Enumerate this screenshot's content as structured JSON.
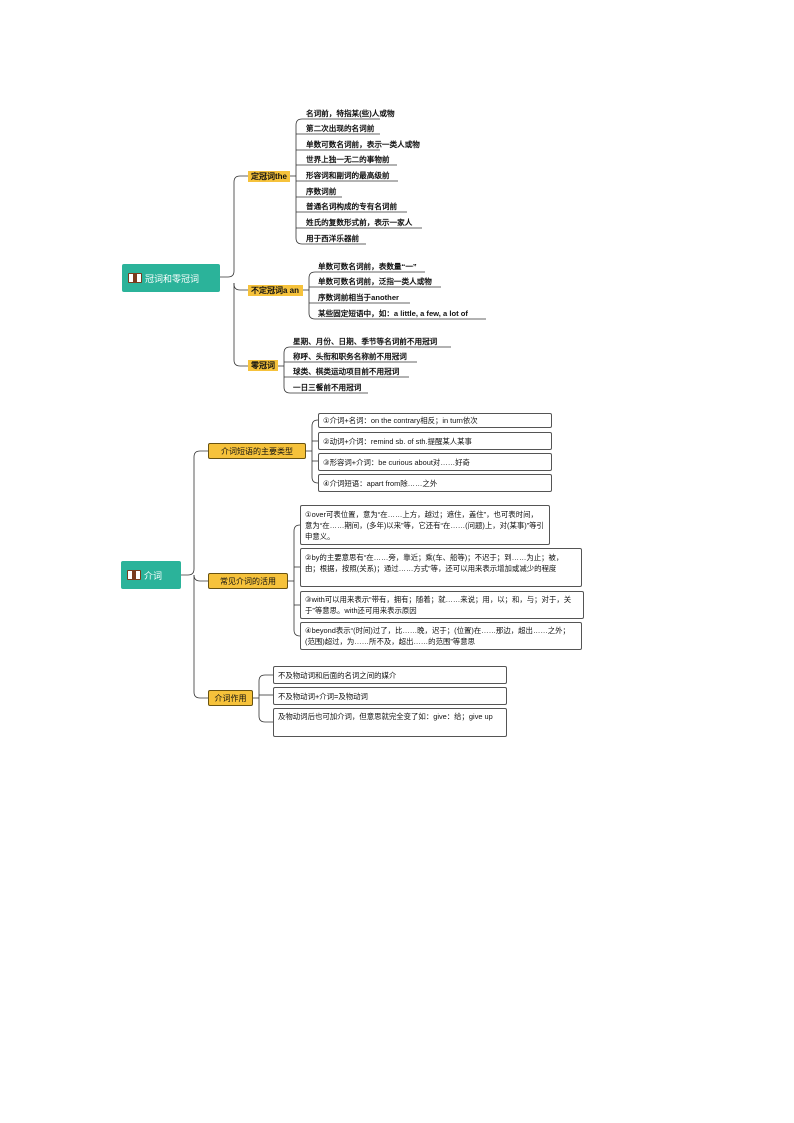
{
  "section1": {
    "title": "冠词和零冠词",
    "definite": {
      "label": "定冠词the",
      "items": [
        "名词前，特指某(些)人或物",
        "第二次出现的名词前",
        "单数可数名词前，表示一类人或物",
        "世界上独一无二的事物前",
        "形容词和副词的最高级前",
        "序数词前",
        "普通名词构成的专有名词前",
        "姓氏的复数形式前，表示一家人",
        "用于西洋乐器前"
      ]
    },
    "indefinite": {
      "label": "不定冠词a an",
      "items": [
        "单数可数名词前，表数量“一”",
        "单数可数名词前，泛指一类人或物",
        "序数词前相当于another",
        "某些固定短语中，如：a little, a few, a lot of"
      ]
    },
    "zero": {
      "label": "零冠词",
      "items": [
        "星期、月份、日期、季节等名词前不用冠词",
        "称呼、头衔和职务名称前不用冠词",
        "球类、棋类运动项目前不用冠词",
        "一日三餐前不用冠词"
      ]
    }
  },
  "section2": {
    "title": "介词",
    "types": {
      "label": "介词短语的主要类型",
      "items": [
        "①介词+名词：on the contrary相反；in turn依次",
        "②动词+介词：remind sb. of sth.提醒某人某事",
        "③形容词+介词：be curious about对……好奇",
        "④介词短语：apart from除……之外"
      ]
    },
    "usage": {
      "label": "常见介词的活用",
      "items": [
        "①over可表位置，意为“在……上方，越过；遮住，盖住”，也可表时间，意为“在……期间，(多年)以来”等，它还有“在……(问题)上，对(某事)”等引申意义。",
        "②by的主要意思有“在……旁，靠近；乘(车、船等)；不迟于；到……为止；被，由；根据，按照(关系)；通过……方式”等，还可以用来表示增加或减少的程度",
        "③with可以用来表示“带有，拥有；随着；就……来说；用，以；和，与；对于，关于”等意思。with还可用来表示原因",
        "④beyond表示“(时间)过了，比……晚，迟于；(位置)在……那边，超出……之外；(范围)超过，为……所不及，超出……的范围”等意思"
      ]
    },
    "function": {
      "label": "介词作用",
      "items": [
        "不及物动词和后面的名词之间的媒介",
        "不及物动词+介词=及物动词",
        "及物动词后也可加介词，但意思就完全变了如：give：给；give up"
      ]
    }
  },
  "colors": {
    "root": "#2bb39a",
    "tag": "#f6c23b",
    "line": "#333333"
  }
}
